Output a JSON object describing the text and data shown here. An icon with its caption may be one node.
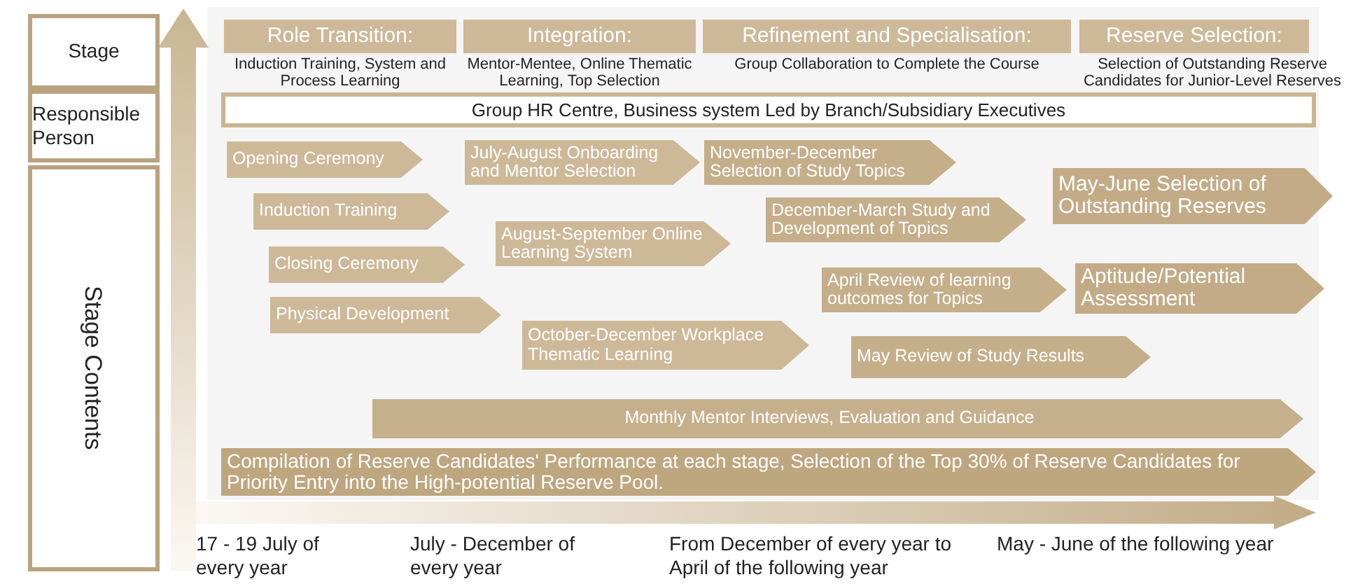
{
  "diagram": {
    "nodes": [
      {
        "text": [
          "Stage"
        ]
      },
      {
        "text": [
          "Responsible Person"
        ]
      },
      {
        "text": [
          "Stage Contents"
        ]
      },
      {
        "text": [
          "Role Transition:",
          "Induction Training, System and Process Learning"
        ]
      },
      {
        "text": [
          "Integration:",
          "Mentor-Mentee, Online Thematic Learning, Top Selection"
        ]
      },
      {
        "text": [
          "Refinement and Specialisation:",
          "Group Collaboration to Complete the Course"
        ]
      },
      {
        "text": [
          "Reserve Selection:",
          "Selection of Outstanding Reserve Candidates for Junior-Level Reserves"
        ]
      },
      {
        "text": [
          "Group HR Centre, Business system Led by Branch/Subsidiary Executives"
        ]
      },
      {
        "text": [
          "Opening Ceremony"
        ]
      },
      {
        "text": [
          "Induction Training"
        ]
      },
      {
        "text": [
          "Closing Ceremony"
        ]
      },
      {
        "text": [
          "Physical Development"
        ]
      },
      {
        "text": [
          "July-August Onboarding and Mentor Selection"
        ]
      },
      {
        "text": [
          "August-September Online Learning System"
        ]
      },
      {
        "text": [
          "October-December Workplace Thematic Learning"
        ]
      },
      {
        "text": [
          "November-December Selection of Study Topics"
        ]
      },
      {
        "text": [
          "December-March Study and Development of Topics"
        ]
      },
      {
        "text": [
          "April Review of learning outcomes for Topics"
        ]
      },
      {
        "text": [
          "May Review of Study Results"
        ]
      },
      {
        "text": [
          "May-June Selection of Outstanding Reserves"
        ]
      },
      {
        "text": [
          "Aptitude/Potential Assessment"
        ]
      },
      {
        "text": [
          "Monthly Mentor Interviews, Evaluation and Guidance"
        ]
      },
      {
        "text": [
          "Compilation of Reserve Candidates' Performance at each stage, Selection of the Top 30% of Reserve Candidates for Priority Entry into the High-potential Reserve Pool."
        ]
      }
    ],
    "edges": [],
    "labels": [
      "17 - 19 July of every year",
      "July - December of every year",
      "From December of every year to April of the following year",
      "May - June of the following year"
    ]
  }
}
